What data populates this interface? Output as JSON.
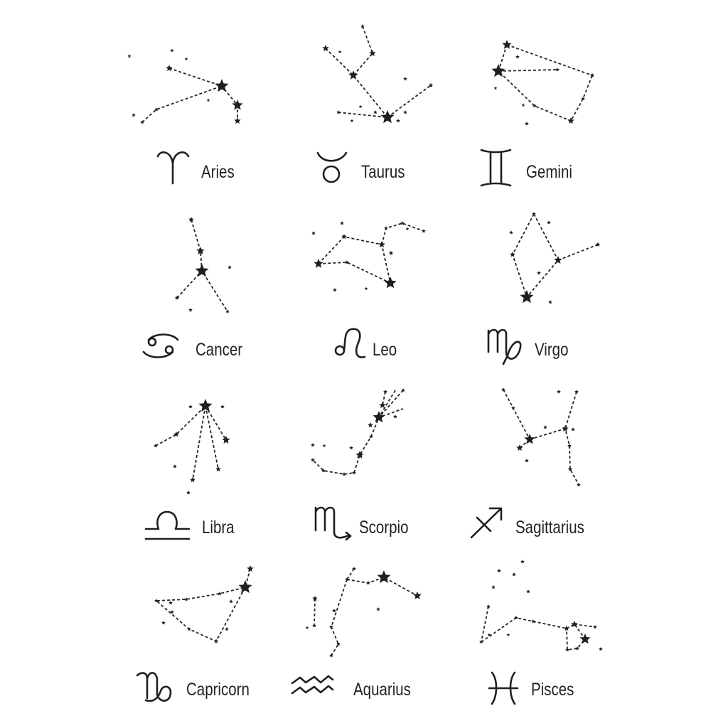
{
  "signs": [
    {
      "key": "aries",
      "name": "Aries",
      "icon": "aries-symbol-icon"
    },
    {
      "key": "taurus",
      "name": "Taurus",
      "icon": "taurus-symbol-icon"
    },
    {
      "key": "gemini",
      "name": "Gemini",
      "icon": "gemini-symbol-icon"
    },
    {
      "key": "cancer",
      "name": "Cancer",
      "icon": "cancer-symbol-icon"
    },
    {
      "key": "leo",
      "name": "Leo",
      "icon": "leo-symbol-icon"
    },
    {
      "key": "virgo",
      "name": "Virgo",
      "icon": "virgo-symbol-icon"
    },
    {
      "key": "libra",
      "name": "Libra",
      "icon": "libra-symbol-icon"
    },
    {
      "key": "scorpio",
      "name": "Scorpio",
      "icon": "scorpio-symbol-icon"
    },
    {
      "key": "sagittarius",
      "name": "Sagittarius",
      "icon": "sagittarius-symbol-icon"
    },
    {
      "key": "capricorn",
      "name": "Capricorn",
      "icon": "capricorn-symbol-icon"
    },
    {
      "key": "aquarius",
      "name": "Aquarius",
      "icon": "aquarius-symbol-icon"
    },
    {
      "key": "pisces",
      "name": "Pisces",
      "icon": "pisces-symbol-icon"
    }
  ],
  "colors": {
    "ink": "#1f1f1f",
    "background": "#ffffff"
  }
}
